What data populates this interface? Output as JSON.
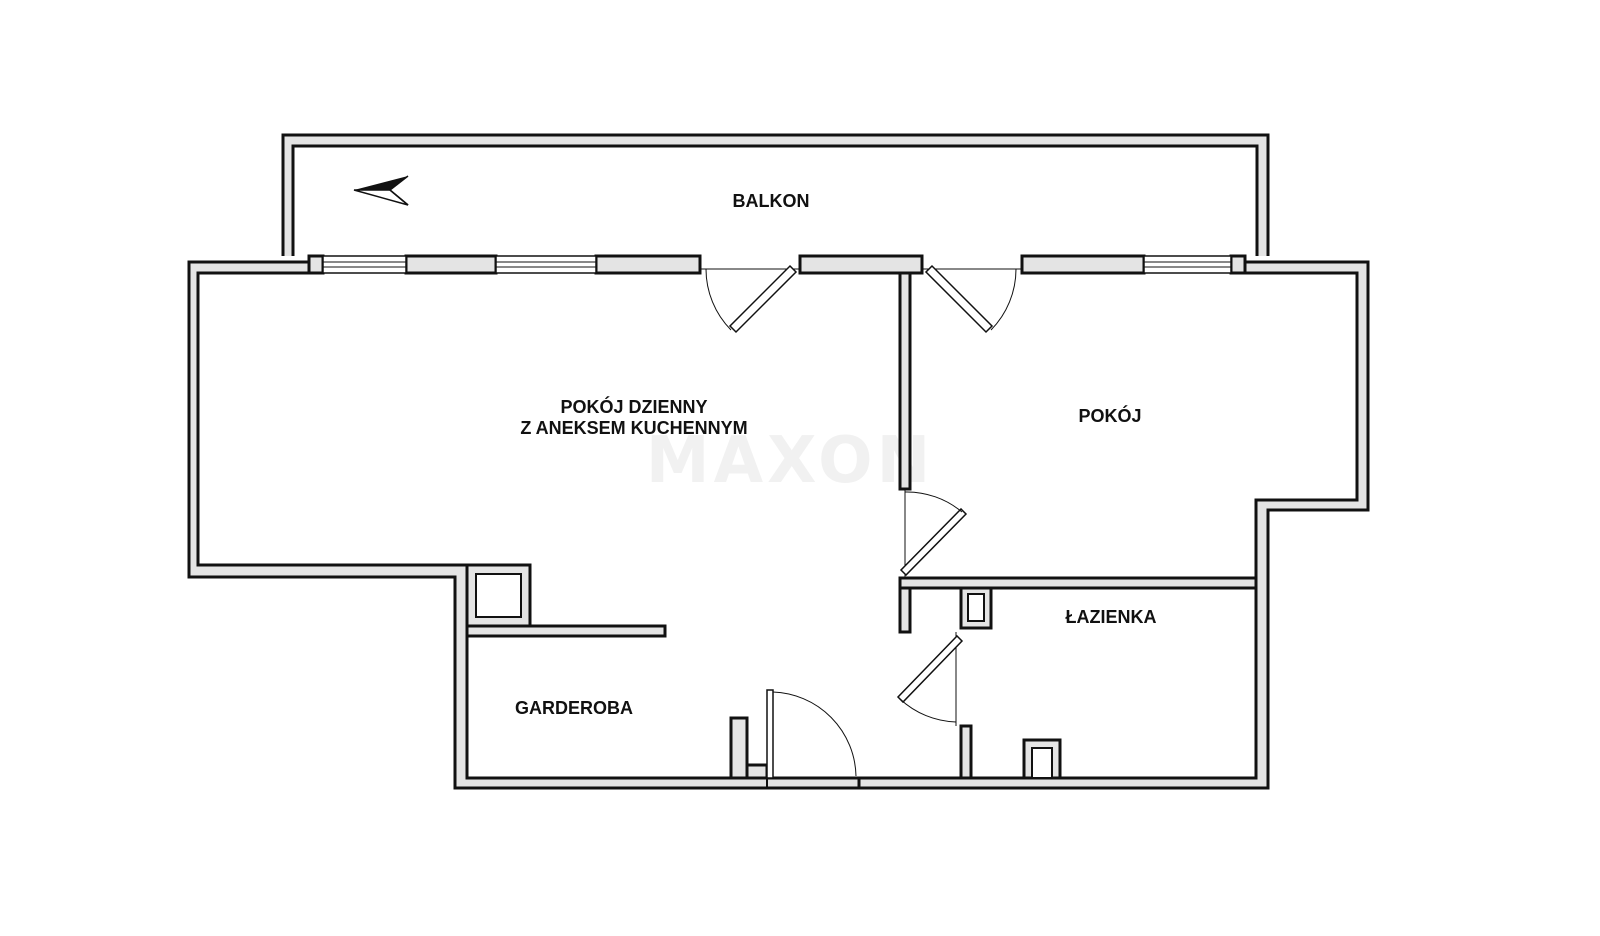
{
  "plan": {
    "rooms": {
      "balcony": "BALKON",
      "living_room_line1": "POKÓJ DZIENNY",
      "living_room_line2": "Z ANEKSEM KUCHENNYM",
      "room": "POKÓJ",
      "bathroom": "ŁAZIENKA",
      "wardrobe": "GARDEROBA"
    },
    "watermark": "MAXON",
    "icons": {
      "north_arrow": "north-arrow-icon"
    },
    "colors": {
      "wall": "#111111",
      "wall_fill": "#e4e4e4",
      "background": "#ffffff"
    }
  }
}
